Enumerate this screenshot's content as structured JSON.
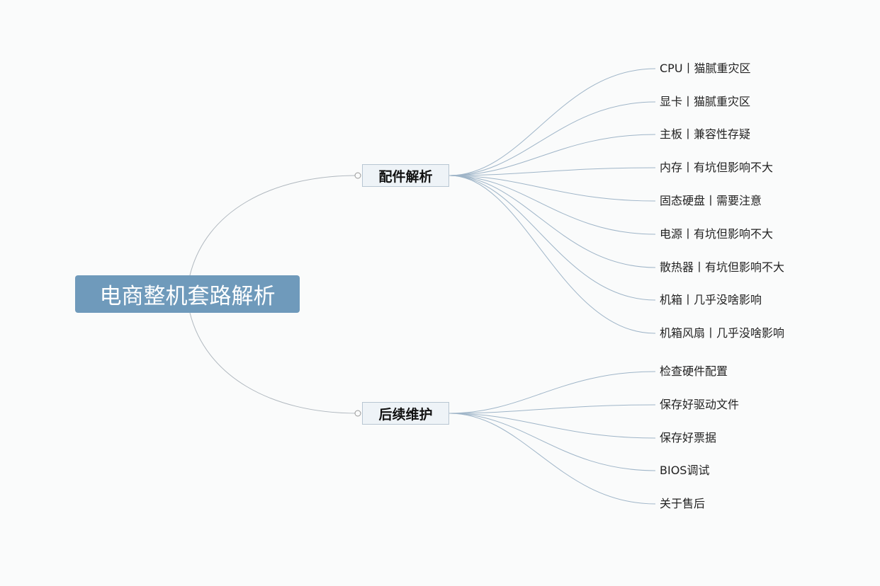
{
  "root": {
    "label": "电商整机套路解析"
  },
  "branches": [
    {
      "label": "配件解析",
      "children": [
        "CPU丨猫腻重灾区",
        "显卡丨猫腻重灾区",
        "主板丨兼容性存疑",
        "内存丨有坑但影响不大",
        "固态硬盘丨需要注意",
        "电源丨有坑但影响不大",
        "散热器丨有坑但影响不大",
        "机箱丨几乎没啥影响",
        "机箱风扇丨几乎没啥影响"
      ]
    },
    {
      "label": "后续维护",
      "children": [
        "检查硬件配置",
        "保存好驱动文件",
        "保存好票据",
        "BIOS调试",
        "关于售后"
      ]
    }
  ],
  "colors": {
    "root_bg": "#6f9abb",
    "branch_line": "#9fb5c8",
    "root_line": "#b0b8bf"
  }
}
